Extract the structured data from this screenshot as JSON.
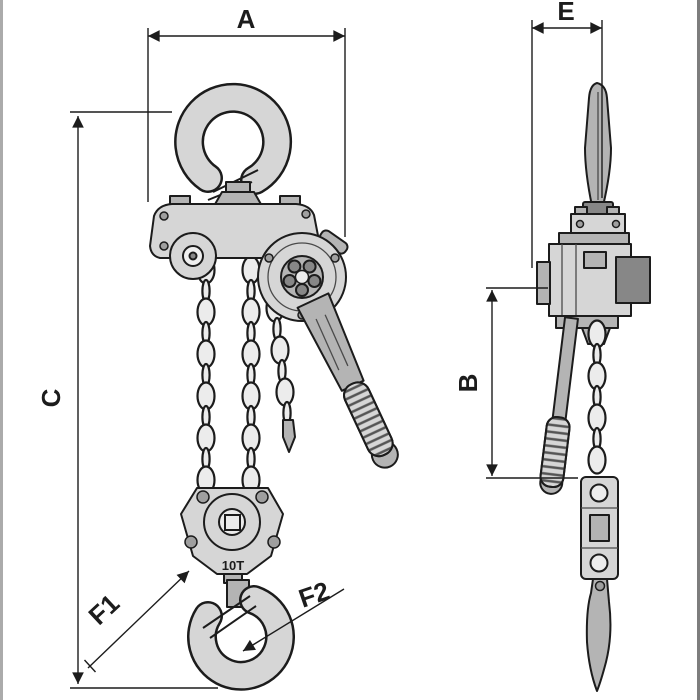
{
  "diagram": {
    "dimension_labels": {
      "a": "A",
      "b": "B",
      "c": "C",
      "e": "E",
      "f1": "F1",
      "f2": "F2"
    },
    "markings": {
      "capacity": "10T"
    },
    "colors": {
      "line": "#1c1c1c",
      "metal_light": "#d6d6d6",
      "metal_mid": "#b4b4b4",
      "metal_dark": "#878787",
      "chain_fill": "#ececec"
    }
  }
}
